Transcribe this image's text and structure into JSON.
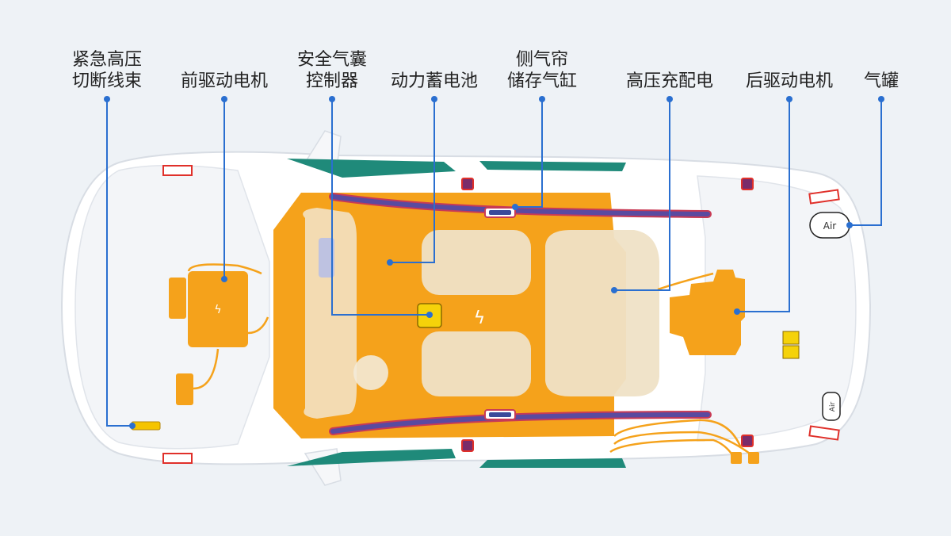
{
  "labels": {
    "hv_cut": [
      "紧急高压",
      "切断线束"
    ],
    "front_motor": [
      "前驱动电机"
    ],
    "airbag_ctrl": [
      "安全气囊",
      "控制器"
    ],
    "battery": [
      "动力蓄电池"
    ],
    "curtain_cyl": [
      "侧气帘",
      "储存气缸"
    ],
    "hv_dist": [
      "高压充配电"
    ],
    "rear_motor": [
      "后驱动电机"
    ],
    "gas_tank": [
      "气罐"
    ]
  },
  "tank_badge": "Air",
  "tank_badge_small": "Air",
  "colors": {
    "background": "#eef2f6",
    "leader": "#2a6fd0",
    "battery": "#f5a21b",
    "airbag_curtain": "#5a4aa0",
    "glass": "#1f8a7a",
    "car_body": "#ffffff",
    "seat": "#efe2c6",
    "warning": "#e0302a"
  }
}
